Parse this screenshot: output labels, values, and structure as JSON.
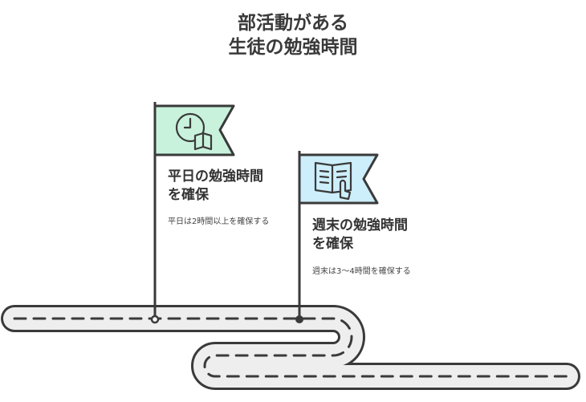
{
  "title": {
    "line1": "部活動がある",
    "line2": "生徒の勉強時間"
  },
  "milestones": [
    {
      "icon": "clock-book-icon",
      "heading_line1": "平日の勉強時間",
      "heading_line2": "を確保",
      "description": "平日は2時間以上を確保する",
      "flag_color": "#c8f2dc"
    },
    {
      "icon": "book-pointer-icon",
      "heading_line1": "週末の勉強時間",
      "heading_line2": "を確保",
      "description": "週末は3〜4時間を確保する",
      "flag_color": "#cdeefb"
    }
  ],
  "colors": {
    "road": "#eeeeee",
    "ink": "#3a3a3a"
  }
}
